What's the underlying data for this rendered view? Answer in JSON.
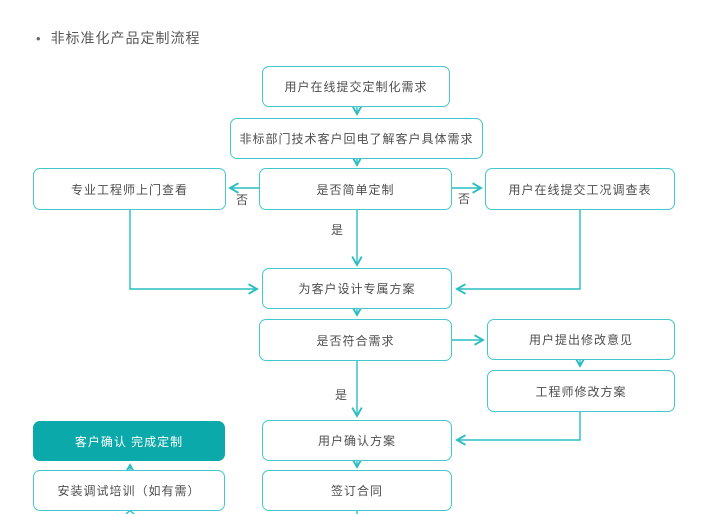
{
  "title": {
    "bullet": "•",
    "text": "非标准化产品定制流程"
  },
  "colors": {
    "box_border": "#45c8cb",
    "arrow": "#2abdc2",
    "filled_box": "#0ba9aa",
    "filled_box_text": "#ffffff",
    "text": "#4e4e4e",
    "background": "#ffffff"
  },
  "flowchart": {
    "nodes": [
      {
        "id": "submit-requirement",
        "label": "用户在线提交定制化需求"
      },
      {
        "id": "callback",
        "label": "非标部门技术客户回电了解客户具体需求"
      },
      {
        "id": "engineer-visit",
        "label": "专业工程师上门查看"
      },
      {
        "id": "simple-custom-decision",
        "label": "是否简单定制"
      },
      {
        "id": "submit-survey",
        "label": "用户在线提交工况调查表"
      },
      {
        "id": "design-plan",
        "label": "为客户设计专属方案"
      },
      {
        "id": "meet-requirement-decision",
        "label": "是否符合需求"
      },
      {
        "id": "feedback",
        "label": "用户提出修改意见"
      },
      {
        "id": "engineer-revise",
        "label": "工程师修改方案"
      },
      {
        "id": "confirm-plan",
        "label": "用户确认方案"
      },
      {
        "id": "sign-contract",
        "label": "签订合同"
      },
      {
        "id": "confirm-complete",
        "label": "客户确认 完成定制"
      },
      {
        "id": "install-training",
        "label": "安装调试培训（如有需）"
      }
    ],
    "edge_labels": [
      {
        "id": "no-left",
        "text": "否"
      },
      {
        "id": "no-right",
        "text": "否"
      },
      {
        "id": "yes-top",
        "text": "是"
      },
      {
        "id": "yes-bottom",
        "text": "是"
      }
    ],
    "edges": [
      {
        "from": "submit-requirement",
        "to": "callback"
      },
      {
        "from": "callback",
        "to": "simple-custom-decision"
      },
      {
        "from": "simple-custom-decision",
        "to": "engineer-visit",
        "label": "否"
      },
      {
        "from": "simple-custom-decision",
        "to": "submit-survey",
        "label": "否"
      },
      {
        "from": "simple-custom-decision",
        "to": "design-plan",
        "label": "是"
      },
      {
        "from": "engineer-visit",
        "to": "design-plan"
      },
      {
        "from": "submit-survey",
        "to": "design-plan"
      },
      {
        "from": "design-plan",
        "to": "meet-requirement-decision"
      },
      {
        "from": "meet-requirement-decision",
        "to": "feedback"
      },
      {
        "from": "feedback",
        "to": "engineer-revise"
      },
      {
        "from": "engineer-revise",
        "to": "confirm-plan"
      },
      {
        "from": "meet-requirement-decision",
        "to": "confirm-plan",
        "label": "是"
      },
      {
        "from": "confirm-plan",
        "to": "sign-contract"
      },
      {
        "from": "install-training",
        "to": "confirm-complete"
      }
    ]
  }
}
